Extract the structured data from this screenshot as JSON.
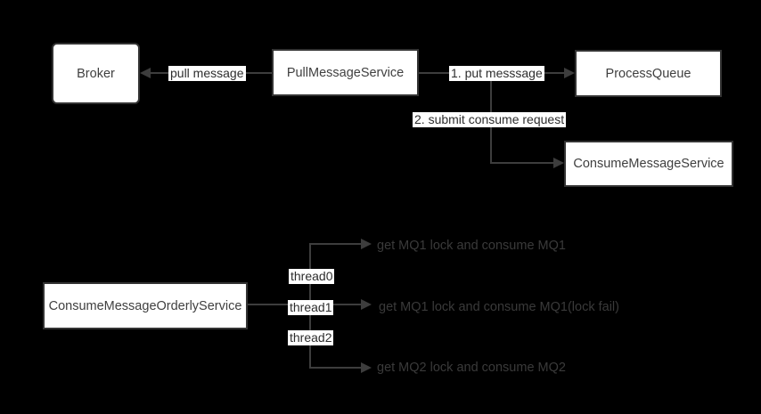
{
  "colors": {
    "background": "#000000",
    "node_fill": "#ffffff",
    "node_border": "#333333",
    "node_text": "#404040",
    "line": "#3d3d3d",
    "edge_label_bg": "#ffffff",
    "edge_label_text": "#2d2d2d",
    "annotation_text": "#3a3a3a"
  },
  "nodes": {
    "broker": {
      "label": "Broker"
    },
    "pull_message_service": {
      "label": "PullMessageService"
    },
    "process_queue": {
      "label": "ProcessQueue"
    },
    "consume_message_service": {
      "label": "ConsumeMessageService"
    },
    "consume_message_orderly_service": {
      "label": "ConsumeMessageOrderlyService"
    }
  },
  "edges": {
    "pull_message": {
      "label": "pull message"
    },
    "put_message": {
      "label": "1. put messsage"
    },
    "submit_consume_request": {
      "label": "2. submit consume request"
    },
    "thread0": {
      "label": "thread0"
    },
    "thread1": {
      "label": "thread1"
    },
    "thread2": {
      "label": "thread2"
    }
  },
  "annotations": {
    "mq1_consume": {
      "label": "get MQ1 lock and consume MQ1"
    },
    "mq1_lock_fail": {
      "label": "get MQ1 lock and consume MQ1(lock fail)"
    },
    "mq2_consume": {
      "label": "get MQ2 lock and consume MQ2"
    }
  }
}
